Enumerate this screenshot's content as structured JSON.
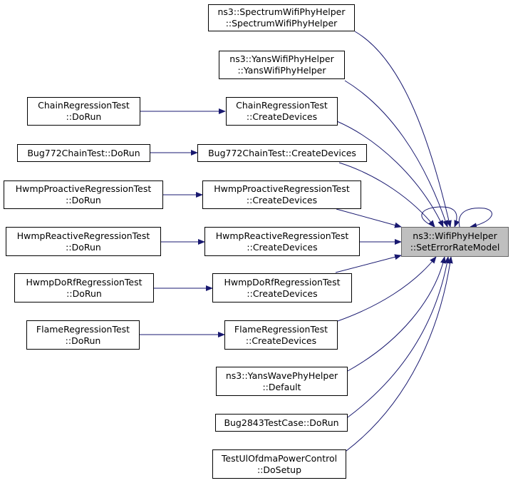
{
  "colors": {
    "edge": "#191970",
    "node_border": "#000000",
    "target_fill": "#bfbfbf",
    "target_border": "#666666"
  },
  "nodes": {
    "target": {
      "line1": "ns3::WifiPhyHelper",
      "line2": "::SetErrorRateModel"
    },
    "spectrum_ctor": {
      "line1": "ns3::SpectrumWifiPhyHelper",
      "line2": "::SpectrumWifiPhyHelper"
    },
    "yans_ctor": {
      "line1": "ns3::YansWifiPhyHelper",
      "line2": "::YansWifiPhyHelper"
    },
    "chain_create": {
      "line1": "ChainRegressionTest",
      "line2": "::CreateDevices"
    },
    "chain_dorun": {
      "line1": "ChainRegressionTest",
      "line2": "::DoRun"
    },
    "bug772_create": {
      "line1": "Bug772ChainTest::CreateDevices"
    },
    "bug772_dorun": {
      "line1": "Bug772ChainTest::DoRun"
    },
    "hwmp_pro_create": {
      "line1": "HwmpProactiveRegressionTest",
      "line2": "::CreateDevices"
    },
    "hwmp_pro_dorun": {
      "line1": "HwmpProactiveRegressionTest",
      "line2": "::DoRun"
    },
    "hwmp_re_create": {
      "line1": "HwmpReactiveRegressionTest",
      "line2": "::CreateDevices"
    },
    "hwmp_re_dorun": {
      "line1": "HwmpReactiveRegressionTest",
      "line2": "::DoRun"
    },
    "hwmp_dorf_create": {
      "line1": "HwmpDoRfRegressionTest",
      "line2": "::CreateDevices"
    },
    "hwmp_dorf_dorun": {
      "line1": "HwmpDoRfRegressionTest",
      "line2": "::DoRun"
    },
    "flame_create": {
      "line1": "FlameRegressionTest",
      "line2": "::CreateDevices"
    },
    "flame_dorun": {
      "line1": "FlameRegressionTest",
      "line2": "::DoRun"
    },
    "yanswave_default": {
      "line1": "ns3::YansWavePhyHelper",
      "line2": "::Default"
    },
    "bug2843_dorun": {
      "line1": "Bug2843TestCase::DoRun"
    },
    "ulofdma_setup": {
      "line1": "TestUlOfdmaPowerControl",
      "line2": "::DoSetup"
    }
  }
}
